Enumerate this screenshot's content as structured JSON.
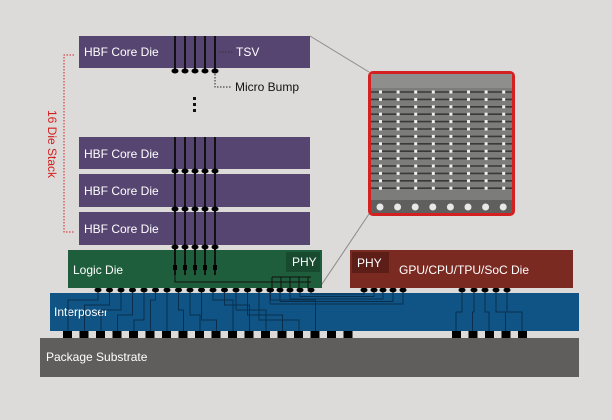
{
  "diagram": {
    "title": "HBF package cross-section",
    "colors": {
      "background": "#dcdbd9",
      "core_die": "#574571",
      "logic_die": "#1f5e3c",
      "phy_logic": "#184a30",
      "gpu_die": "#7b2a22",
      "phy_gpu": "#5e1e18",
      "interposer": "#0f5485",
      "substrate": "#5f5e5c",
      "accent_red": "#d42020",
      "inset_gray": "#7c7c7b",
      "bump": "#000000"
    },
    "core_dies": [
      {
        "label": "HBF Core Die"
      },
      {
        "label": "HBF Core Die"
      },
      {
        "label": "HBF Core Die"
      },
      {
        "label": "HBF Core Die"
      }
    ],
    "annotations": {
      "tsv": "TSV",
      "micro_bump": "Micro Bump",
      "ellipsis": "⋮",
      "stack": "16 Die Stack"
    },
    "logic_die": {
      "label": "Logic Die",
      "phy": "PHY"
    },
    "gpu_die": {
      "label": "GPU/CPU/TPU/SoC Die",
      "phy": "PHY"
    },
    "interposer": {
      "label": "Interposer"
    },
    "substrate": {
      "label": "Package Substrate"
    },
    "inset": {
      "description": "magnified die cross-section",
      "rows": 16,
      "columns": 8
    }
  }
}
